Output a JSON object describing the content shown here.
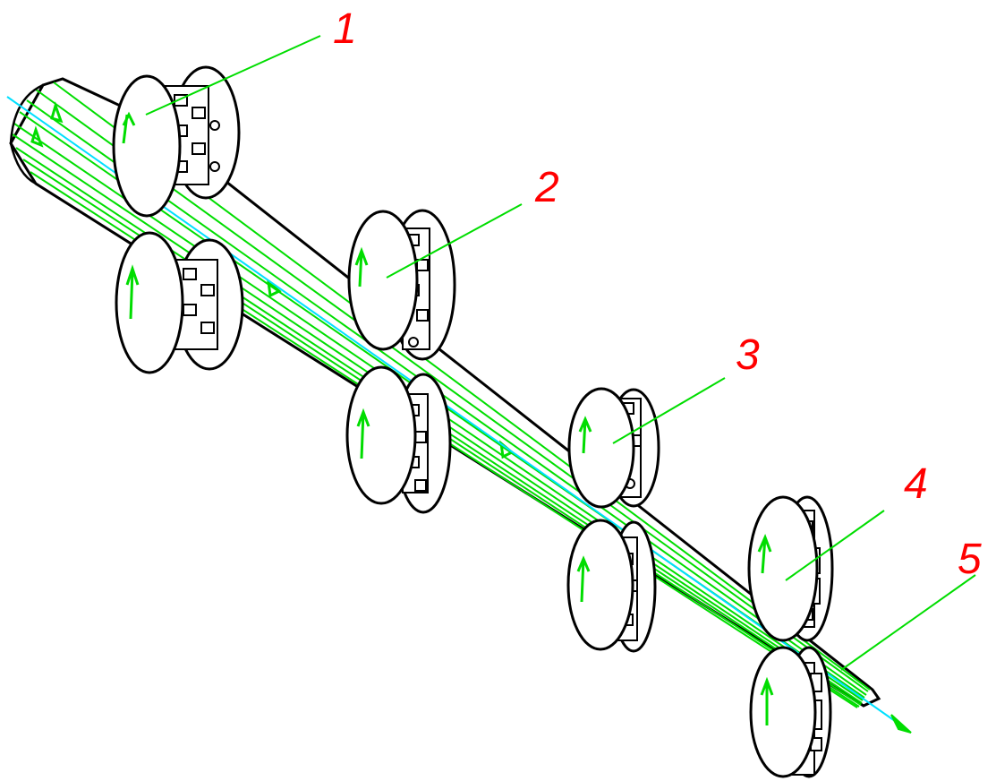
{
  "labels": [
    {
      "id": "1",
      "text": "1"
    },
    {
      "id": "2",
      "text": "2"
    },
    {
      "id": "3",
      "text": "3"
    },
    {
      "id": "4",
      "text": "4"
    },
    {
      "id": "5",
      "text": "5"
    }
  ],
  "colors": {
    "label_text": "#ff0000",
    "leader_line": "#00dd00",
    "material": "#00dd00",
    "axis": "#00e0ff",
    "outline": "#000000",
    "background": "#ffffff"
  }
}
